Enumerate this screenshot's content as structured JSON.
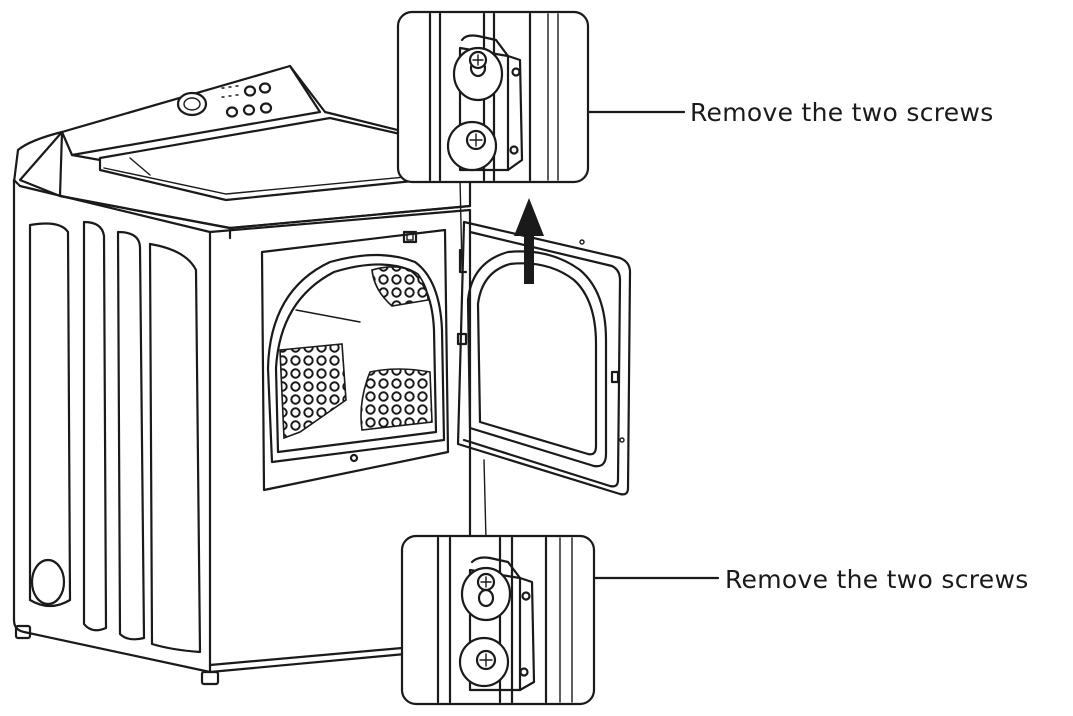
{
  "diagram": {
    "subject": "dryer-door-hinge-removal",
    "callouts": [
      {
        "id": "top-hinge",
        "text": "Remove the two screws"
      },
      {
        "id": "bottom-hinge",
        "text": "Remove the two screws"
      }
    ],
    "line_color": "#1a1a1a",
    "background": "#ffffff"
  }
}
